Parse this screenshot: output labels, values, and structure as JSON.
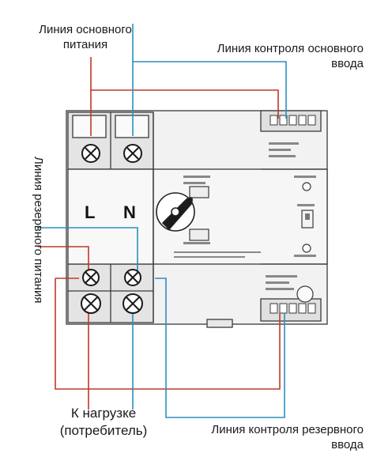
{
  "labels": {
    "main_supply": [
      "Линия основного",
      "питания"
    ],
    "main_control": [
      "Линия контроля основного",
      "ввода"
    ],
    "reserve_supply": "Линия резервного питания",
    "load": [
      "К нагрузке",
      "(потребитель)"
    ],
    "reserve_control": [
      "Линия контроля резервного",
      "ввода"
    ]
  },
  "device": {
    "terminal_l": "L",
    "terminal_n": "N"
  },
  "colors": {
    "phase_wire": "#c0392b",
    "neutral_wire": "#2a8fbf",
    "device_outline": "#3a3a3a",
    "device_fill": "#ececec"
  }
}
